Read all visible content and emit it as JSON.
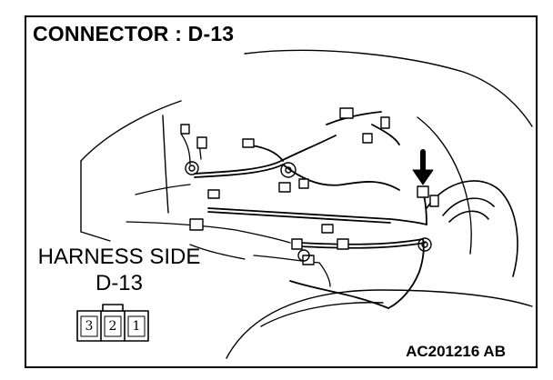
{
  "title": "CONNECTOR : D-13",
  "harness_side": {
    "line1": "HARNESS SIDE",
    "line2": "D-13"
  },
  "connector_pins": [
    "3",
    "2",
    "1"
  ],
  "figure_code": "AC201216 AB"
}
